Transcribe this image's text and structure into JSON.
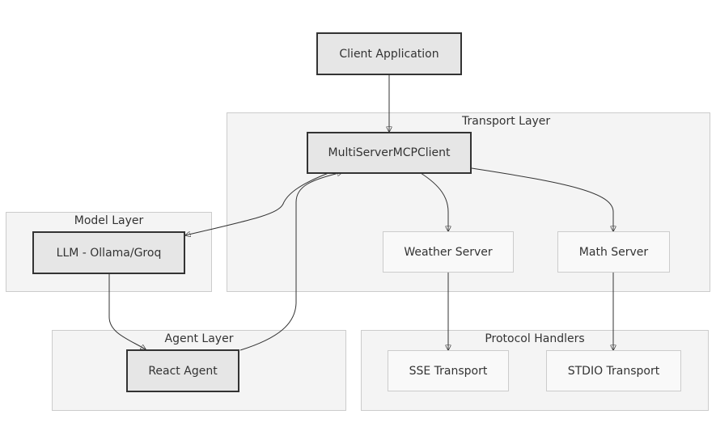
{
  "clusters": {
    "transport": "Transport Layer",
    "model": "Model Layer",
    "agent": "Agent Layer",
    "protocol": "Protocol Handlers"
  },
  "nodes": {
    "client_app": "Client Application",
    "mcp_client": "MultiServerMCPClient",
    "weather_server": "Weather Server",
    "math_server": "Math Server",
    "llm": "LLM - Ollama/Groq",
    "react_agent": "React Agent",
    "sse_transport": "SSE Transport",
    "stdio_transport": "STDIO Transport"
  },
  "edges": [
    {
      "from": "Client Application",
      "to": "MultiServerMCPClient"
    },
    {
      "from": "MultiServerMCPClient",
      "to": "Weather Server"
    },
    {
      "from": "MultiServerMCPClient",
      "to": "Math Server"
    },
    {
      "from": "MultiServerMCPClient",
      "to": "LLM - Ollama/Groq"
    },
    {
      "from": "LLM - Ollama/Groq",
      "to": "React Agent"
    },
    {
      "from": "React Agent",
      "to": "MultiServerMCPClient"
    },
    {
      "from": "Weather Server",
      "to": "SSE Transport"
    },
    {
      "from": "Math Server",
      "to": "STDIO Transport"
    }
  ],
  "colors": {
    "cluster_fill": "#f4f4f4",
    "cluster_border": "#cccccc",
    "primary_fill": "#e6e6e6",
    "primary_border": "#333333",
    "secondary_fill": "#f9f9f9",
    "edge": "#333333"
  }
}
